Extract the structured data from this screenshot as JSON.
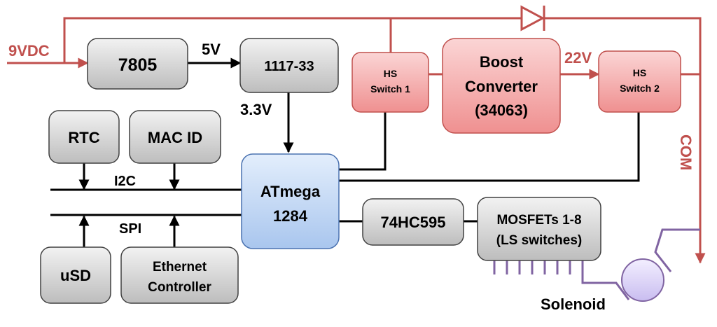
{
  "colors": {
    "power": "#c0504d",
    "signal": "#000000",
    "solenoid": "#8064a2",
    "gray_block": "#cfcfcf",
    "red_block": "#f4a9a9",
    "blue_block": "#b8d1f3"
  },
  "labels": {
    "input_voltage": "9VDC",
    "five_volt": "5V",
    "three_volt": "3.3V",
    "twentytwo_volt": "22V",
    "i2c": "I2C",
    "spi": "SPI",
    "com": "COM",
    "solenoid": "Solenoid"
  },
  "blocks": {
    "reg_7805": "7805",
    "reg_1117": "1117-33",
    "hs1_line1": "HS",
    "hs1_line2": "Switch 1",
    "boost_line1": "Boost",
    "boost_line2": "Converter",
    "boost_line3": "(34063)",
    "hs2_line1": "HS",
    "hs2_line2": "Switch 2",
    "rtc": "RTC",
    "mac": "MAC ID",
    "mcu_line1": "ATmega",
    "mcu_line2": "1284",
    "shift": "74HC595",
    "mosfet_line1": "MOSFETs 1-8",
    "mosfet_line2": "(LS switches)",
    "usd": "uSD",
    "eth_line1": "Ethernet",
    "eth_line2": "Controller"
  }
}
